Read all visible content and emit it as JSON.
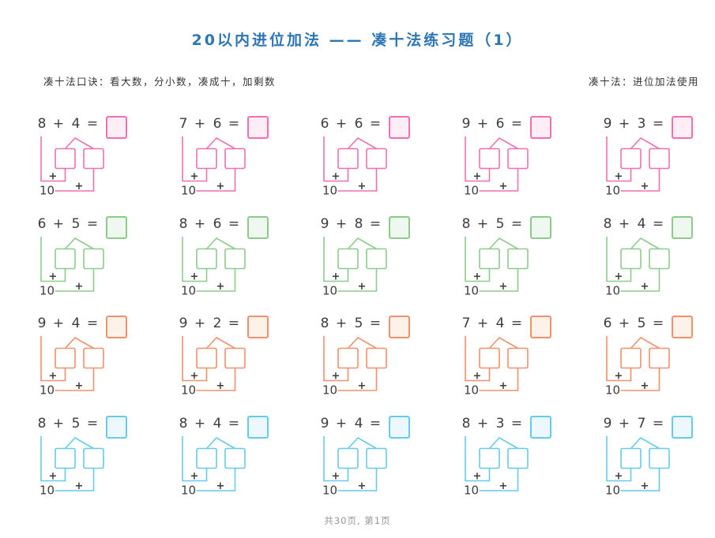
{
  "page": {
    "title": "20以内进位加法 —— 凑十法练习题（1）",
    "subtitle_left": "凑十法口诀：看大数，分小数，凑成十，加剩数",
    "subtitle_right": "凑十法：进位加法使用",
    "footer": "共30页, 第1页"
  },
  "labels": {
    "plus": "+",
    "equals": "=",
    "ten": "10"
  },
  "colors": {
    "title_blue": "#2e75b6",
    "text_dark": "#3d3d3d",
    "footer_gray": "#90969c"
  },
  "rows": [
    {
      "name": "pink",
      "line": "#f06fb0",
      "fill": "#fdeef6",
      "problems": [
        {
          "a": "8",
          "b": "4"
        },
        {
          "a": "7",
          "b": "6"
        },
        {
          "a": "6",
          "b": "6"
        },
        {
          "a": "9",
          "b": "6"
        },
        {
          "a": "9",
          "b": "3"
        }
      ]
    },
    {
      "name": "green",
      "line": "#8ccb8c",
      "fill": "#eef8ee",
      "problems": [
        {
          "a": "6",
          "b": "5"
        },
        {
          "a": "8",
          "b": "6"
        },
        {
          "a": "9",
          "b": "8"
        },
        {
          "a": "8",
          "b": "5"
        },
        {
          "a": "8",
          "b": "4"
        }
      ]
    },
    {
      "name": "orange",
      "line": "#f1906a",
      "fill": "#fdf2e9",
      "problems": [
        {
          "a": "9",
          "b": "4"
        },
        {
          "a": "9",
          "b": "2"
        },
        {
          "a": "8",
          "b": "5"
        },
        {
          "a": "7",
          "b": "4"
        },
        {
          "a": "6",
          "b": "5"
        }
      ]
    },
    {
      "name": "blue",
      "line": "#64cbea",
      "fill": "#ecf8fd",
      "problems": [
        {
          "a": "8",
          "b": "5"
        },
        {
          "a": "8",
          "b": "4"
        },
        {
          "a": "9",
          "b": "4"
        },
        {
          "a": "8",
          "b": "3"
        },
        {
          "a": "9",
          "b": "7"
        }
      ]
    }
  ]
}
